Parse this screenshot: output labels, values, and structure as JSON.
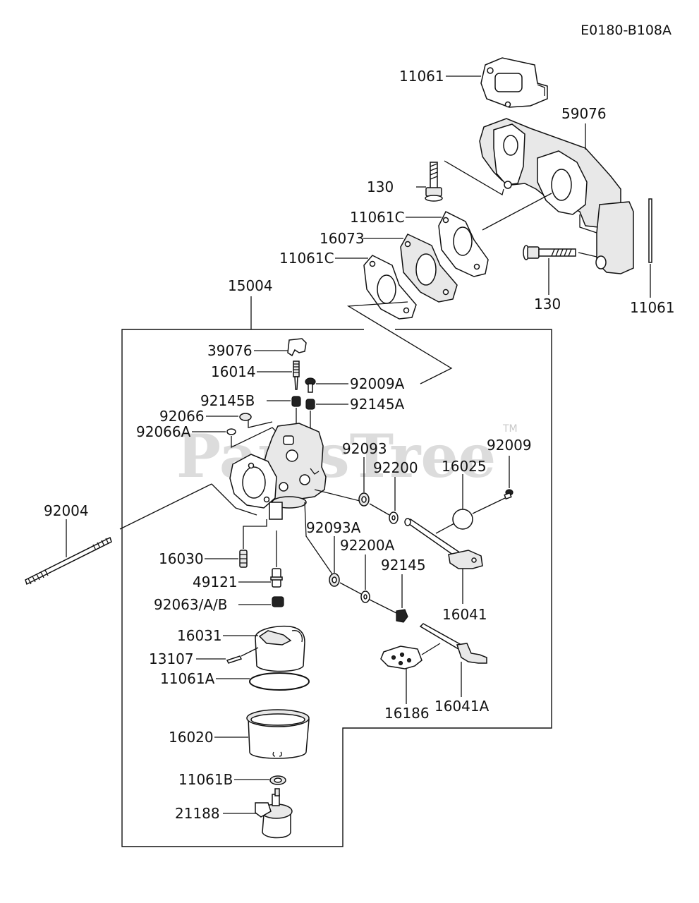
{
  "diagram_code": "E0180-B108A",
  "watermark": "PartsTree",
  "watermark_tm": "TM",
  "labels": {
    "p11061_top": "11061",
    "p59076": "59076",
    "p130_upper": "130",
    "p11061C_upper": "11061C",
    "p16073": "16073",
    "p11061C_lower": "11061C",
    "p130_lower": "130",
    "p11061_right": "11061",
    "p15004": "15004",
    "p39076": "39076",
    "p16014": "16014",
    "p92009A": "92009A",
    "p92145B": "92145B",
    "p92145A": "92145A",
    "p92066": "92066",
    "p92066A": "92066A",
    "p92093": "92093",
    "p92200": "92200",
    "p16025": "16025",
    "p92009": "92009",
    "p92004": "92004",
    "p16030": "16030",
    "p49121": "49121",
    "p92093A": "92093A",
    "p92200A": "92200A",
    "p92145": "92145",
    "p16041": "16041",
    "p92063": "92063/A/B",
    "p16031": "16031",
    "p13107": "13107",
    "p11061A": "11061A",
    "p16186": "16186",
    "p16041A": "16041A",
    "p16020": "16020",
    "p11061B": "11061B",
    "p21188": "21188"
  }
}
